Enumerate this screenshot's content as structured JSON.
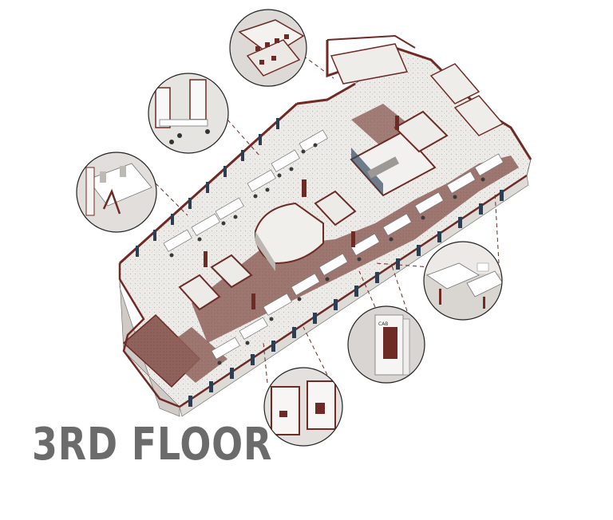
{
  "title": "3RD FLOOR",
  "colors": {
    "wall": "#6e2a24",
    "floor_speckle": "#e9e7e4",
    "carpet": "#8a5b55",
    "glass": "#2c3e50",
    "callout_fill": "#d9d6d3",
    "title": "#6b6b6b"
  },
  "callouts": [
    {
      "id": "kitchen-detail"
    },
    {
      "id": "workstation-detail"
    },
    {
      "id": "meeting-table-detail"
    },
    {
      "id": "desk-booth-detail"
    },
    {
      "id": "phone-booth-detail"
    },
    {
      "id": "glass-room-detail"
    }
  ],
  "booth_sign": "CAB"
}
